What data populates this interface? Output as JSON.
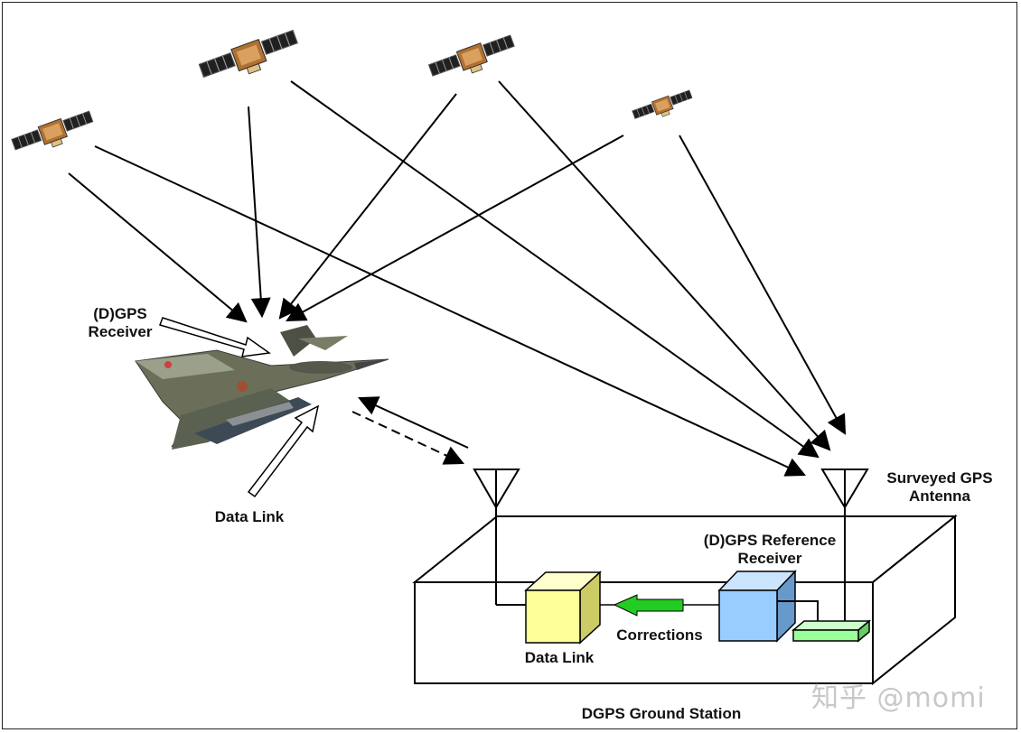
{
  "labels": {
    "dgps_receiver_line1": "(D)GPS",
    "dgps_receiver_line2": "Receiver",
    "data_link_aircraft": "Data Link",
    "surveyed_antenna_line1": "Surveyed GPS",
    "surveyed_antenna_line2": "Antenna",
    "reference_receiver_line1": "(D)GPS Reference",
    "reference_receiver_line2": "Receiver",
    "corrections": "Corrections",
    "data_link_box": "Data Link",
    "ground_station": "DGPS Ground Station"
  },
  "watermark": "知乎 @momi",
  "colors": {
    "data_link_box": "#ffff99",
    "reference_receiver_box": "#99ccff",
    "antenna_plate": "#99ff99",
    "corrections_arrow": "#22cc22"
  }
}
